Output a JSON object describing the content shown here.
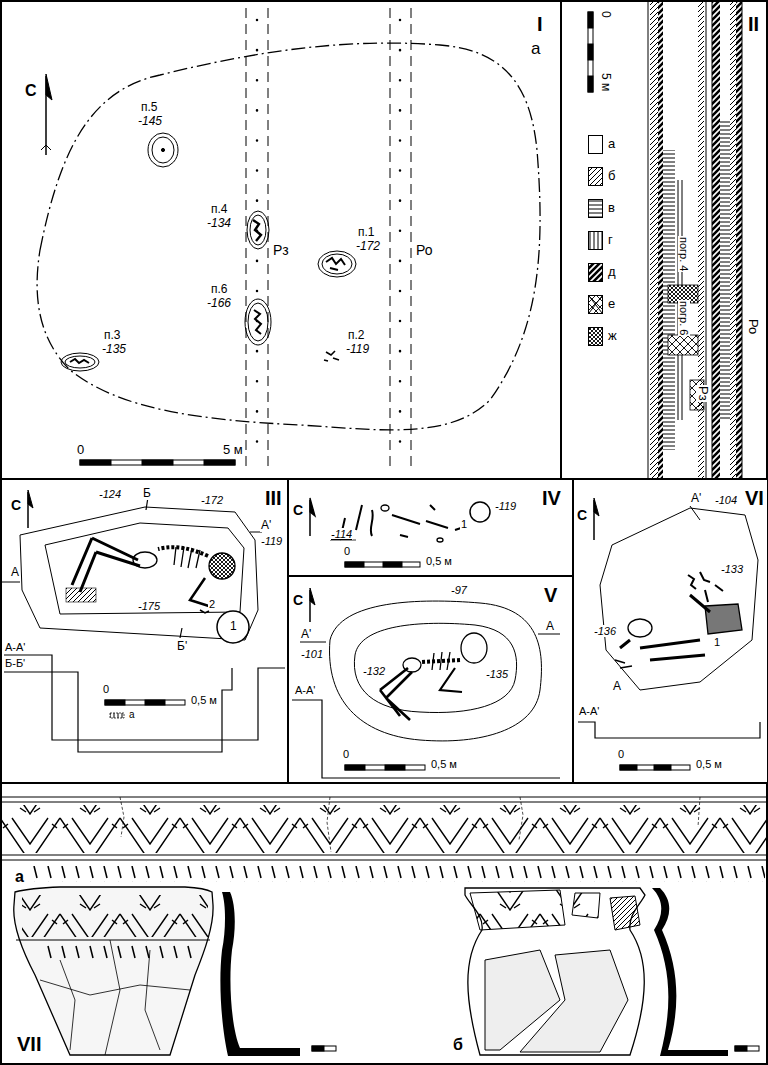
{
  "diagram": {
    "nodes": [
      {
        "text": [
          "I"
        ]
      },
      {
        "text": [
          "II"
        ]
      },
      {
        "text": [
          "III"
        ]
      },
      {
        "text": [
          "IV"
        ]
      },
      {
        "text": [
          "V"
        ]
      },
      {
        "text": [
          "VI"
        ]
      },
      {
        "text": [
          "VII"
        ]
      }
    ],
    "labels": [
      "С",
      "а",
      "п.5",
      "-145",
      "п.4",
      "-134",
      "Рз",
      "п.1",
      "-172",
      "Ро",
      "п.6",
      "-166",
      "п.3",
      "-135",
      "п.2",
      "-119",
      "0",
      "5 м",
      "0",
      "5 м",
      "погр. 4",
      "погр. 6",
      "Рз",
      "Ро",
      "С",
      "-124",
      "Б",
      "-172",
      "А'",
      "-119",
      "А",
      "1",
      "2",
      "-175",
      "Б'",
      "А-А'",
      "Б-Б'",
      "0",
      "0,5 м",
      "а",
      "С",
      "-114",
      "-119",
      "1",
      "0",
      "0,5 м",
      "С",
      "-97",
      "А",
      "А'",
      "-101",
      "-132",
      "-135",
      "А-А'",
      "0",
      "0,5 м",
      "С",
      "А'",
      "-104",
      "-133",
      "1",
      "-136",
      "А",
      "А-А'",
      "0",
      "0,5 м",
      "а",
      "б"
    ],
    "legend": [
      {
        "text": "а"
      },
      {
        "text": "б"
      },
      {
        "text": "в"
      },
      {
        "text": "г"
      },
      {
        "text": "д"
      },
      {
        "text": "е"
      },
      {
        "text": "ж"
      }
    ]
  }
}
